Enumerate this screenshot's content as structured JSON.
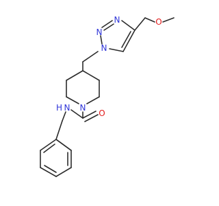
{
  "molecule": {
    "colors": {
      "bond": "#2b2b2b",
      "nitrogen": "#2f35d8",
      "oxygen": "#e21a1a",
      "background": "#ffffff"
    },
    "atoms": {
      "triazole_n3": "N",
      "triazole_n2": "N",
      "triazole_n1": "N",
      "ether_o": "O",
      "piperidine_n": "N",
      "carbonyl_o": "O",
      "amide_n": "N",
      "amide_h": "H"
    }
  }
}
